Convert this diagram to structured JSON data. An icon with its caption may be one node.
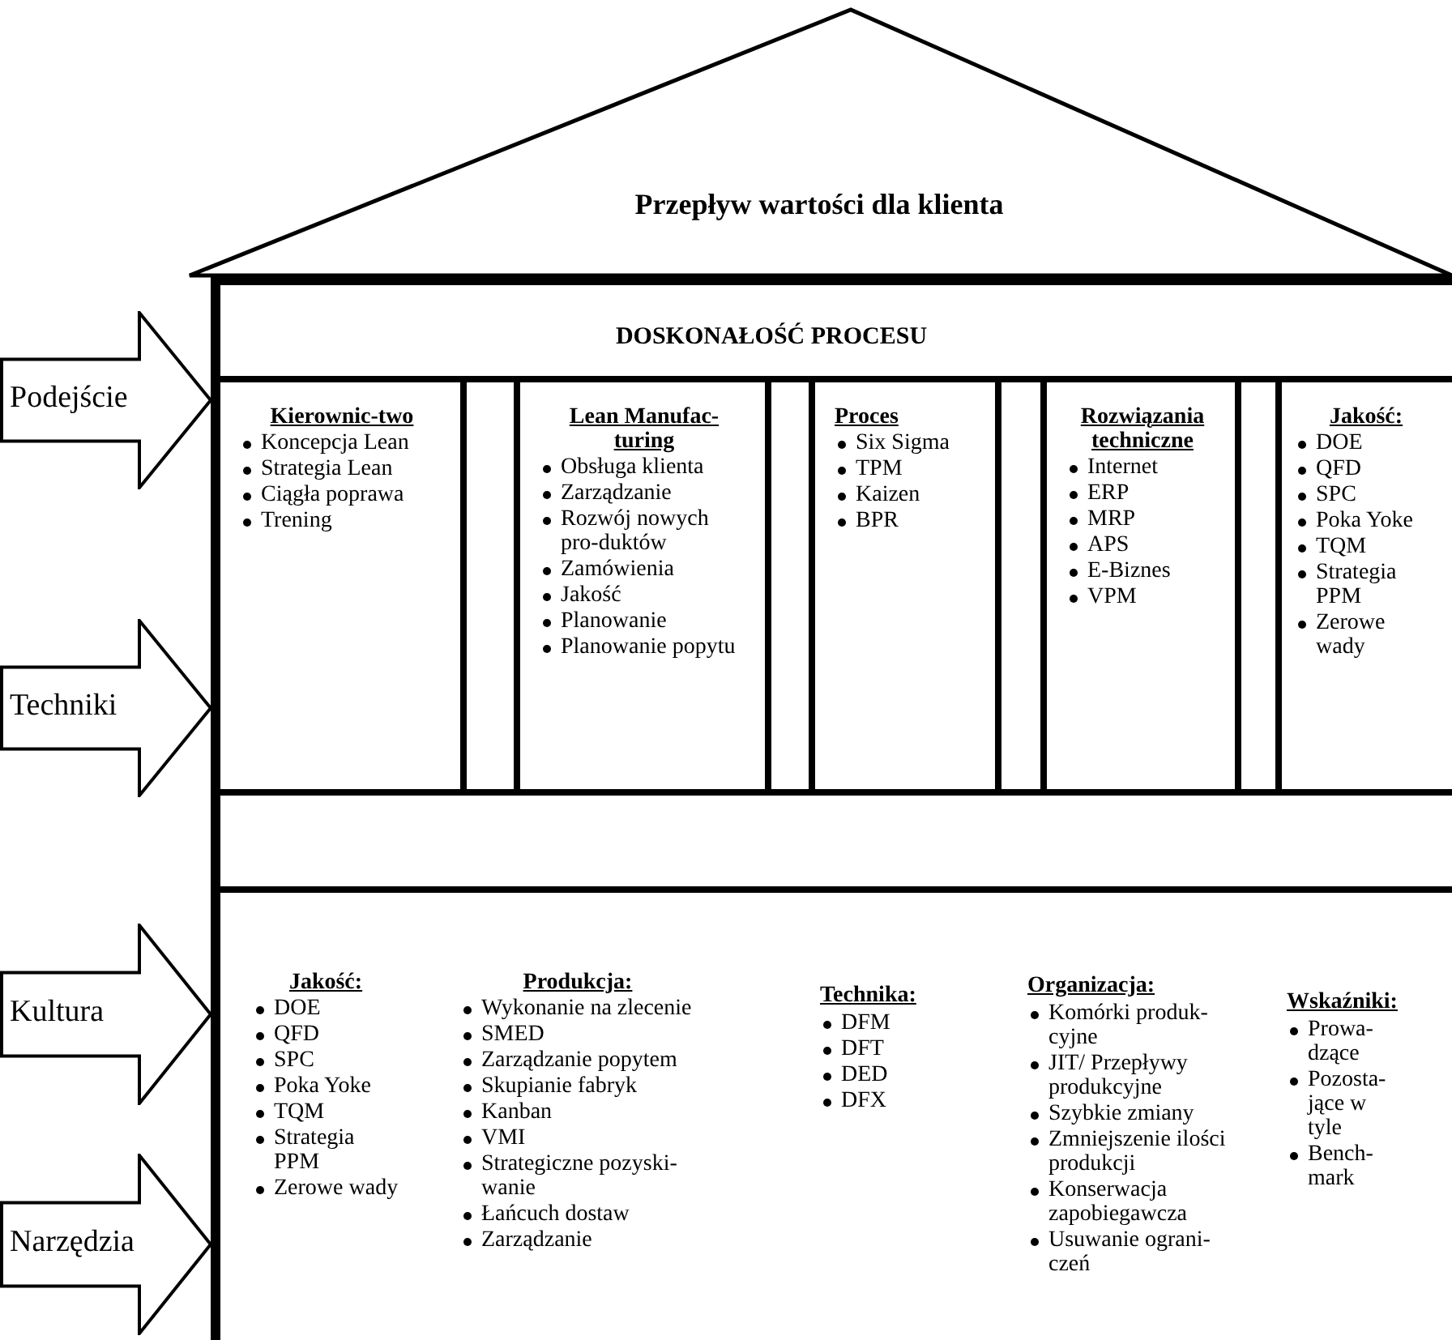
{
  "diagram": {
    "nodes": [
      {
        "text": [
          "Przepływ wartości dla klienta"
        ]
      },
      {
        "text": [],
        "shape": "box"
      },
      {
        "text": [
          "DOSKONAŁOŚĆ PROCESU"
        ],
        "in": 1
      },
      {
        "text": [
          "Kierownic-two",
          "Koncepcja Lean",
          "Strategia Lean",
          "Ciągła poprawa",
          "Trening"
        ],
        "in": 1
      },
      {
        "text": [],
        "shape": "bar",
        "in": 1
      },
      {
        "text": [
          "Lean Manufac-turing",
          "Obsługa klienta",
          "Zarządzanie",
          "Rozwój nowych pro-duktów",
          "Zamówienia",
          "Jakość",
          "Planowanie",
          "Planowanie popytu"
        ],
        "in": 1
      },
      {
        "text": [],
        "shape": "bar",
        "in": 1
      },
      {
        "text": [
          "Proces",
          "Six Sigma",
          "TPM",
          "Kaizen",
          "BPR"
        ],
        "in": 1
      },
      {
        "text": [],
        "shape": "bar",
        "in": 1
      },
      {
        "text": [
          "Rozwiązania techniczne",
          "Internet",
          "ERP",
          "MRP",
          "APS",
          "E-Biznes",
          "VPM"
        ],
        "in": 1
      },
      {
        "text": [],
        "shape": "bar",
        "in": 1
      },
      {
        "text": [
          "Jakość:",
          "DOE",
          "QFD",
          "SPC",
          "Poka Yoke",
          "TQM",
          "Strategia PPM",
          "Zerowe wady"
        ],
        "in": 1
      },
      {
        "text": [],
        "shape": "bar",
        "in": 1
      },
      {
        "text": [
          "Jakość:",
          "DOE",
          "QFD",
          "SPC",
          "Poka Yoke",
          "TQM",
          "Strategia PPM",
          "Zerowe wady",
          "Produkcja:",
          "Wykonanie na zlecenie",
          "SMED",
          "Zarządzanie popytem",
          "Skupianie fabryk",
          "Kanban",
          "VMI",
          "Strategiczne pozyski-wanie",
          "Łańcuch dostaw",
          "Zarządzanie",
          "Technika:",
          "DFM",
          "DFT",
          "DED",
          "DFX",
          "Organizacja:",
          "Komórki produk-cyjne",
          "JIT/ Przepływy produkcyjne",
          "Szybkie zmiany",
          "Zmniejszenie ilości produkcji",
          "Konserwacja zapobiegawcza",
          "Usuwanie ograni-czeń",
          "Wskaźniki:",
          "Prowa-dzące",
          "Pozosta-jące w tyle",
          "Bench-mark"
        ],
        "in": 1
      },
      {
        "text": [
          "Podejście"
        ]
      },
      {
        "text": [
          "Techniki"
        ]
      },
      {
        "text": [
          "Kultura"
        ]
      },
      {
        "text": [
          "Narzędzia"
        ]
      }
    ]
  }
}
